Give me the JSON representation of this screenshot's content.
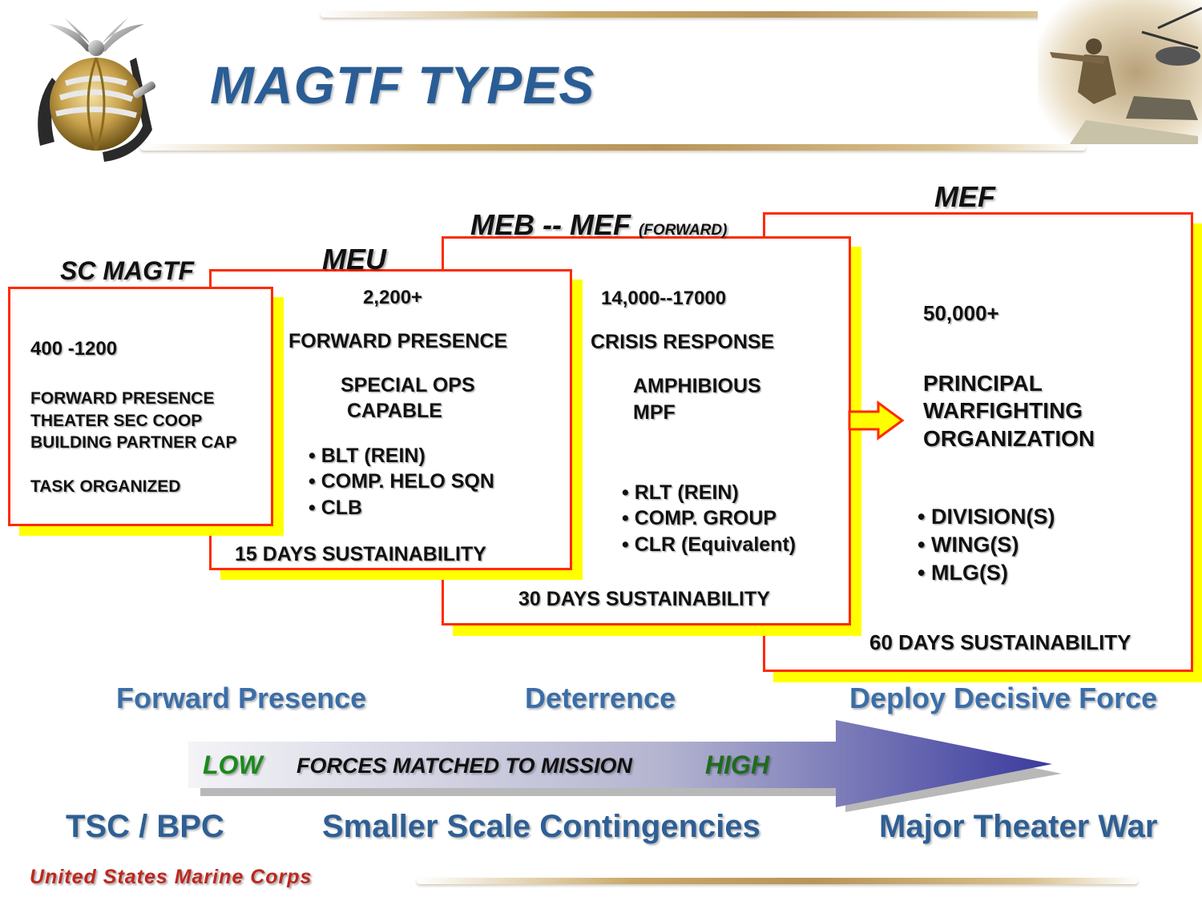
{
  "title": "MAGTF TYPES",
  "footer_brand": "United States Marine Corps",
  "colors": {
    "title": "#2a5d95",
    "card_border": "#ff2a00",
    "card_shadow": "#ffff00",
    "low": "#1a8a1a",
    "high": "#1f6b1f",
    "arrow_start": "#e8e8ef",
    "arrow_end": "#3a3a9e"
  },
  "icons": {
    "logo": "eagle-globe-anchor-emblem-icon",
    "header_photo": "marine-helicopter-photo",
    "connector": "right-arrow-icon"
  },
  "sc_magtf": {
    "name": "SC MAGTF",
    "size": "400 -1200",
    "lines": [
      "FORWARD PRESENCE",
      "THEATER SEC COOP",
      "BUILDING PARTNER CAP"
    ],
    "task": "TASK ORGANIZED"
  },
  "meu": {
    "name": "MEU",
    "size": "2,200+",
    "role": "FORWARD PRESENCE",
    "cap1": "SPECIAL OPS",
    "cap2": "CAPABLE",
    "bullets": [
      "• BLT (REIN)",
      "• COMP. HELO SQN",
      "• CLB"
    ],
    "sustainment": "15 DAYS SUSTAINABILITY"
  },
  "meb": {
    "name": "MEB -- MEF",
    "name_sub": "(FORWARD)",
    "size": "14,000--17000",
    "role": "CRISIS RESPONSE",
    "cap1": "AMPHIBIOUS",
    "cap2": "MPF",
    "bullets": [
      "• RLT (REIN)",
      "• COMP. GROUP",
      "• CLR (Equivalent)"
    ],
    "sustainment": "30 DAYS SUSTAINABILITY"
  },
  "mef": {
    "name": "MEF",
    "size": "50,000+",
    "role_lines": [
      "PRINCIPAL",
      "WARFIGHTING",
      "ORGANIZATION"
    ],
    "bullets": [
      "• DIVISION(S)",
      "• WING(S)",
      "• MLG(S)"
    ],
    "sustainment": "60 DAYS SUSTAINABILITY"
  },
  "missions": {
    "left": "Forward Presence",
    "center": "Deterrence",
    "right": "Deploy Decisive Force"
  },
  "arrow": {
    "low": "LOW",
    "middle": "FORCES MATCHED TO MISSION",
    "high": "HIGH"
  },
  "spectrum": {
    "left": "TSC / BPC",
    "center": "Smaller Scale Contingencies",
    "right": "Major Theater War"
  }
}
